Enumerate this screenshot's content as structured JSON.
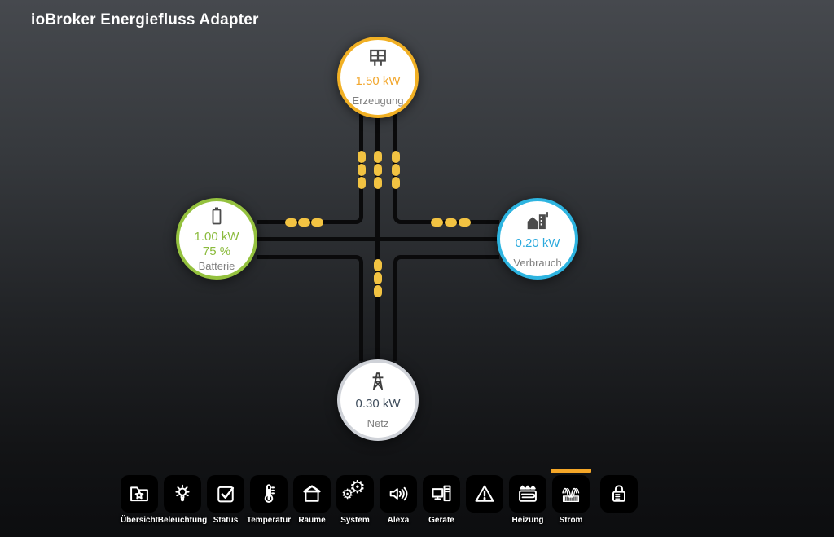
{
  "page": {
    "title": "ioBroker Energiefluss Adapter"
  },
  "flow": {
    "dot_color": "#f2c342",
    "line_color": "#0a0a0b",
    "nodes": {
      "erzeugung": {
        "label": "Erzeugung",
        "value": "1.50 kW",
        "border_color": "#f1b024",
        "value_color": "#f2a72e",
        "icon": "solar-panel-icon"
      },
      "batterie": {
        "label": "Batterie",
        "value": "1.00 kW",
        "soc": "75 %",
        "border_color": "#94c13e",
        "value_color": "#8bbb3d",
        "icon": "battery-icon"
      },
      "verbrauch": {
        "label": "Verbrauch",
        "value": "0.20 kW",
        "border_color": "#2db4e0",
        "value_color": "#2aa9dd",
        "icon": "home-building-icon"
      },
      "netz": {
        "label": "Netz",
        "value": "0.30 kW",
        "border_color": "#cfd2d8",
        "value_color": "#3f4d5c",
        "icon": "pylon-icon"
      }
    }
  },
  "toolbar": {
    "active_item": "Strom",
    "active_color": "#f5a728",
    "items": [
      {
        "label": "Übersicht",
        "icon": "overview-icon",
        "active": false
      },
      {
        "label": "Beleuchtung",
        "icon": "lighting-icon",
        "active": false
      },
      {
        "label": "Status",
        "icon": "status-icon",
        "active": false
      },
      {
        "label": "Temperatur",
        "icon": "temperature-icon",
        "active": false
      },
      {
        "label": "Räume",
        "icon": "rooms-icon",
        "active": false
      },
      {
        "label": "System",
        "icon": "system-icon",
        "active": false
      },
      {
        "label": "Alexa",
        "icon": "alexa-icon",
        "active": false
      },
      {
        "label": "Geräte",
        "icon": "devices-icon",
        "active": false
      },
      {
        "label": "",
        "icon": "warning-icon",
        "active": false
      },
      {
        "label": "Heizung",
        "icon": "heating-icon",
        "active": false
      },
      {
        "label": "Strom",
        "icon": "power-icon",
        "active": true
      },
      {
        "label": "",
        "icon": "lock-icon",
        "active": false
      }
    ]
  }
}
